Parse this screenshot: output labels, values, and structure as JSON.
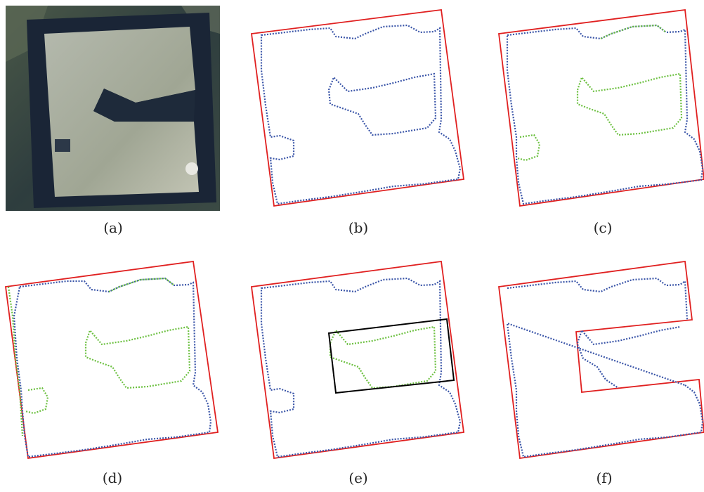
{
  "panels": [
    {
      "id": "a",
      "caption": "(a)"
    },
    {
      "id": "b",
      "caption": "(b)"
    },
    {
      "id": "c",
      "caption": "(c)"
    },
    {
      "id": "d",
      "caption": "(d)"
    },
    {
      "id": "e",
      "caption": "(e)"
    },
    {
      "id": "f",
      "caption": "(f)"
    }
  ],
  "colors": {
    "contour": "#3a55a8",
    "highlight": "#6cc040",
    "polygon": "#e02020",
    "box": "#000000",
    "photo_dark": "#1b2636",
    "photo_roof": "#a7b0a4"
  }
}
